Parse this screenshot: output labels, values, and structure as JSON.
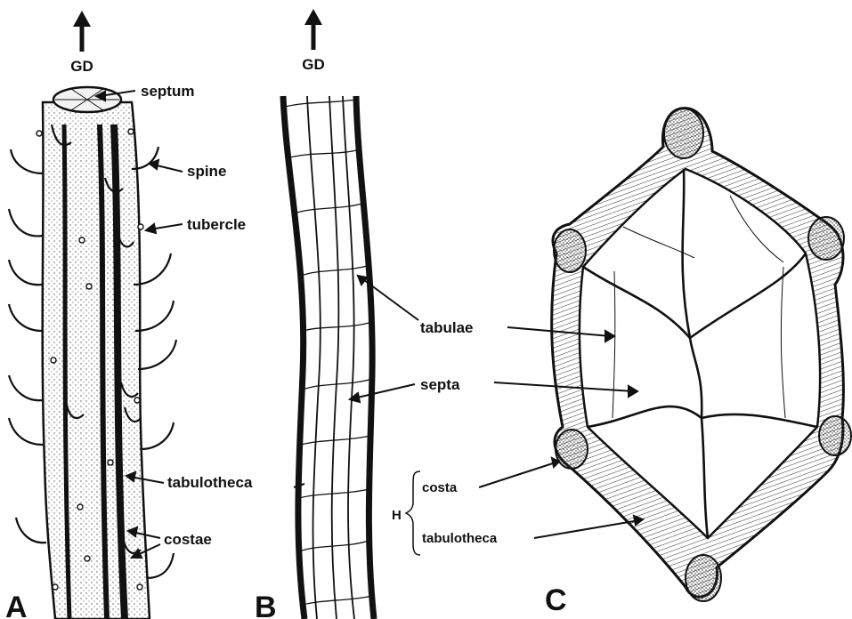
{
  "panels": {
    "a": {
      "letter": "A",
      "direction": "GD"
    },
    "b": {
      "letter": "B",
      "direction": "GD"
    },
    "c": {
      "letter": "C"
    }
  },
  "labels": {
    "septum": "septum",
    "spine": "spine",
    "tubercle": "tubercle",
    "tabulotheca_a": "tabulotheca",
    "costae": "costae",
    "tabulae": "tabulae",
    "septa": "septa",
    "costa": "costa",
    "tabulotheca_c": "tabulotheca",
    "h_bracket": "H"
  },
  "colors": {
    "ink": "#111111",
    "paper": "#ffffff",
    "stipple": "#555555"
  }
}
